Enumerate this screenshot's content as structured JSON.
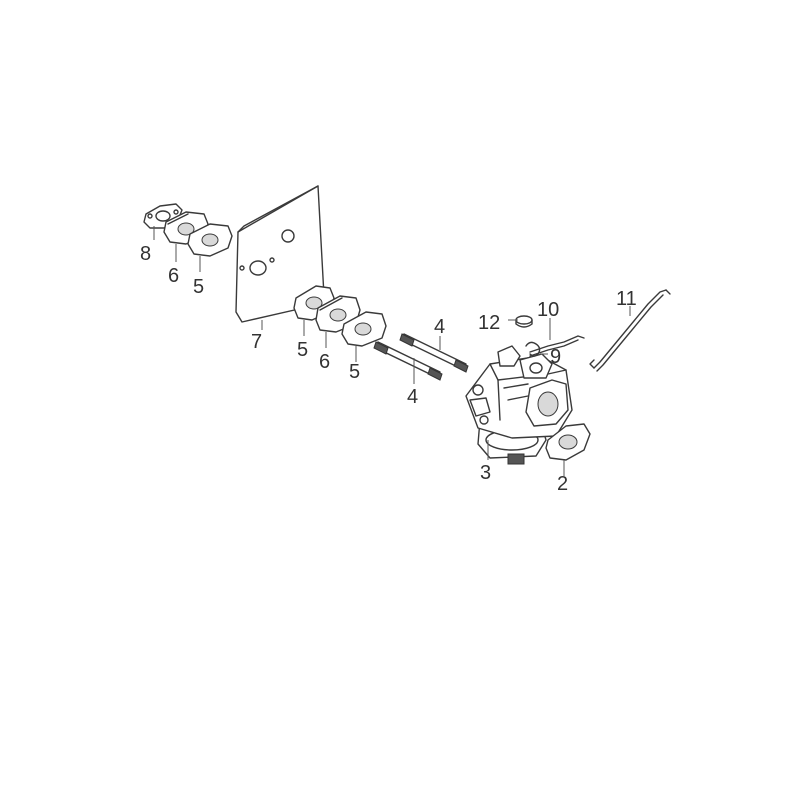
{
  "callouts": {
    "c1": "2",
    "c2": "3",
    "c3": "4",
    "c4": "4",
    "c5": "5",
    "c6": "5",
    "c7": "5",
    "c8": "6",
    "c9": "6",
    "c10": "7",
    "c11": "8",
    "c12": "9",
    "c13": "10",
    "c14": "11",
    "c15": "12"
  },
  "colors": {
    "line": "#3a3a3a",
    "background": "#ffffff"
  }
}
